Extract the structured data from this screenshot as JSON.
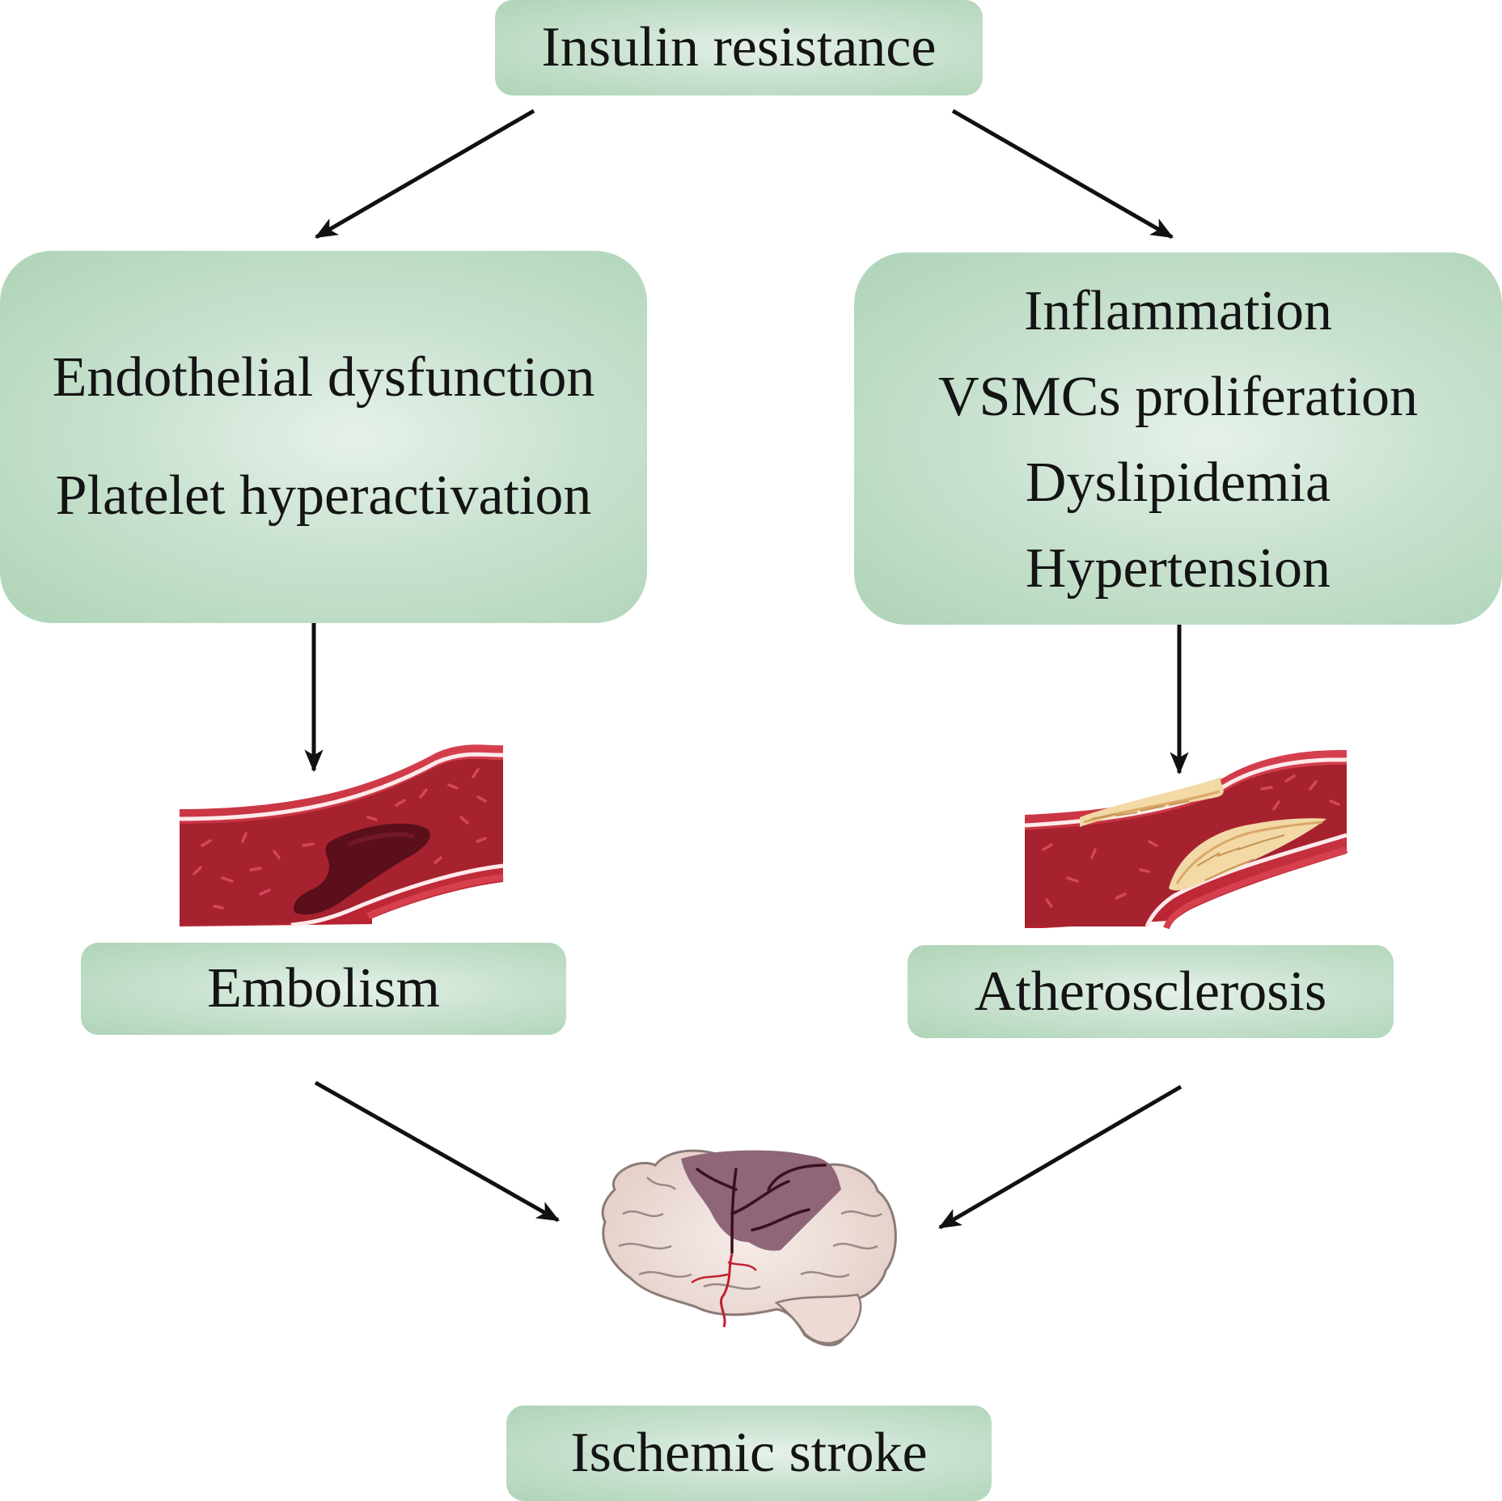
{
  "nodes": {
    "top": "Insulin resistance",
    "left": [
      "Endothelial dysfunction",
      "Platelet hyperactivation"
    ],
    "right": [
      "Inflammation",
      "VSMCs proliferation",
      "Dyslipidemia",
      "Hypertension"
    ],
    "embolism": "Embolism",
    "atherosclerosis": "Atherosclerosis",
    "bottom": "Ischemic stroke"
  },
  "colors": {
    "box_fill": "#c9e2d0",
    "box_edge": "#afd4b7",
    "arrow": "#111111",
    "vessel_wall": "#c5283a",
    "blood": "#a8232f",
    "clot": "#5a0f1a",
    "plaque": "#f2d9a6",
    "brain": "#efe1dc",
    "infarct": "#8e6678"
  },
  "icons": [
    "vessel-embolus-illustration",
    "vessel-plaque-illustration",
    "brain-infarct-illustration"
  ]
}
